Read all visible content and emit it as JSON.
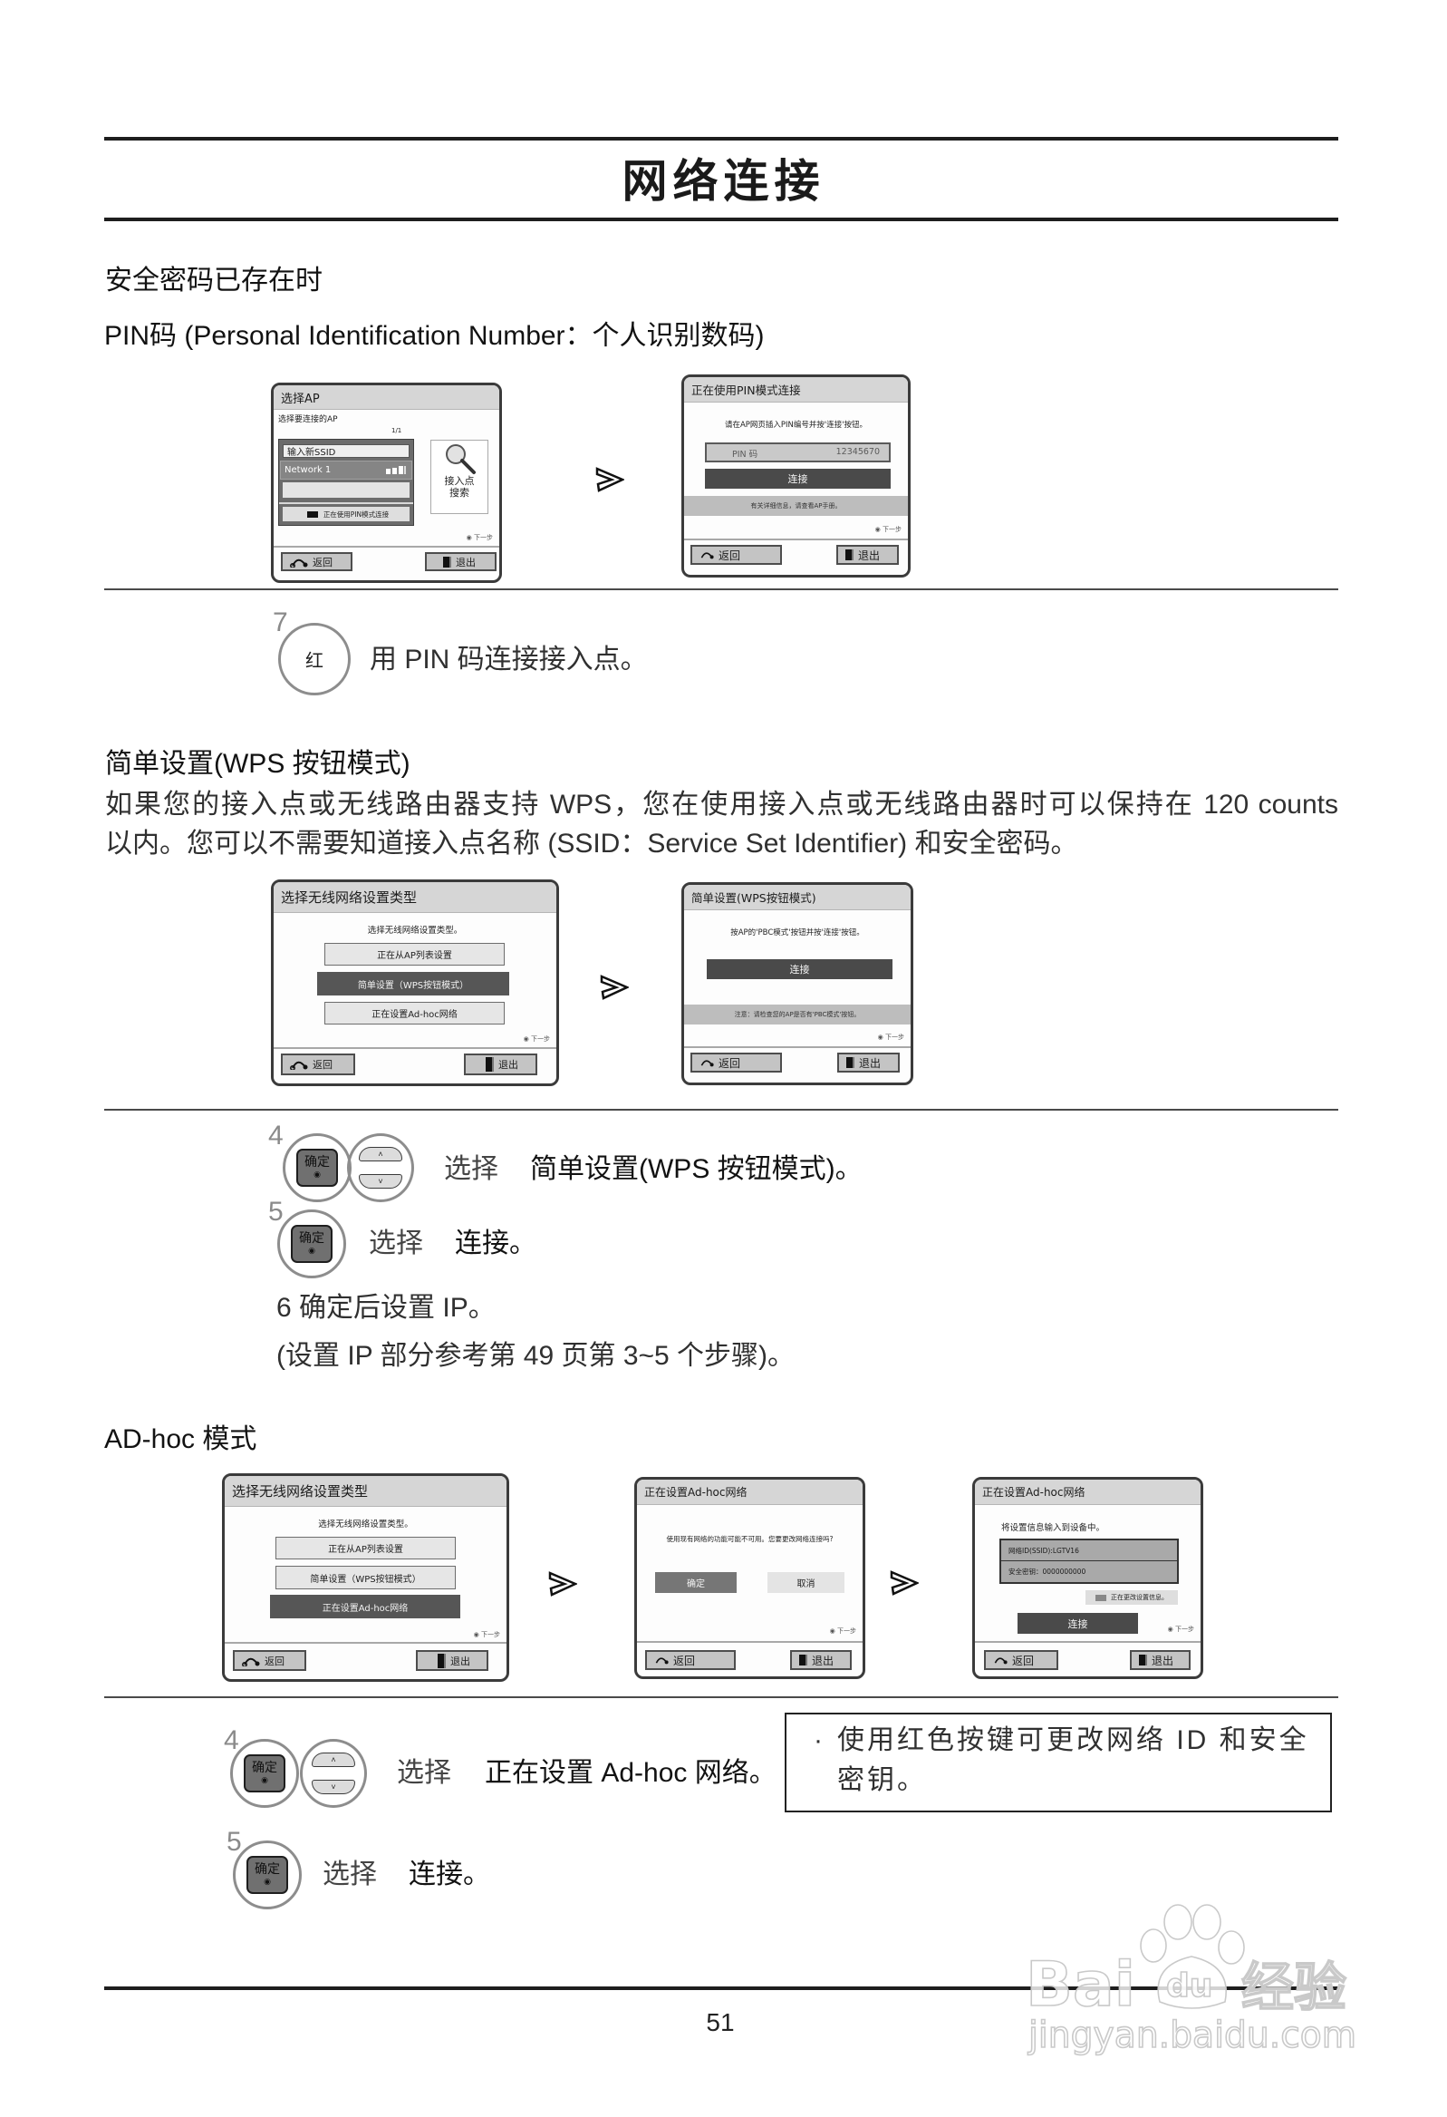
{
  "header": {
    "title": "网络连接"
  },
  "pin_section": {
    "heading": "安全密码已存在时",
    "subheading": "PIN码 (Personal Identification Number：个人识别数码)",
    "screens": {
      "select_ap": {
        "title": "选择AP",
        "prompt": "选择要连接的AP",
        "page_indicator": "1/1",
        "list_items": [
          "输入新SSID",
          "Network 1",
          ""
        ],
        "pin_button": "正在使用PIN模式连接",
        "search_label_1": "接入点",
        "search_label_2": "搜索",
        "next_hint": "◉ 下一步",
        "back_label": "返回",
        "exit_label": "退出"
      },
      "pin_connect": {
        "title": "正在使用PIN模式连接",
        "instruction": "请在AP网页插入PIN编号并按'连接'按钮。",
        "pin_label": "PIN 码",
        "pin_value": "12345670",
        "connect_label": "连接",
        "info": "有关详细信息，请查看AP手册。",
        "next_hint": "◉ 下一步",
        "back_label": "返回",
        "exit_label": "退出"
      }
    },
    "step7": {
      "number": "7",
      "key_label": "红",
      "text": "用 PIN 码连接接入点。"
    }
  },
  "wps_section": {
    "heading": "简单设置(WPS 按钮模式)",
    "paragraph_line1": "如果您的接入点或无线路由器支持 WPS，您在使用接入点或无线路由器时可以保持在 120 counts",
    "paragraph_line2": "以内。您可以不需要知道接入点名称 (SSID：Service Set Identifier) 和安全密码。",
    "screens": {
      "select_type": {
        "title": "选择无线网络设置类型",
        "prompt": "选择无线网络设置类型。",
        "options": [
          "正在从AP列表设置",
          "简单设置（WPS按钮模式）",
          "正在设置Ad-hoc网络"
        ],
        "selected_index": 1,
        "next_hint": "◉ 下一步",
        "back_label": "返回",
        "exit_label": "退出"
      },
      "wps_connect": {
        "title": "简单设置(WPS按钮模式)",
        "instruction": "按AP的'PBC模式'按钮并按'连接'按钮。",
        "connect_label": "连接",
        "info": "注意：请检查您的AP是否有'PBC模式'按钮。",
        "next_hint": "◉ 下一步",
        "back_label": "返回",
        "exit_label": "退出"
      }
    },
    "step4": {
      "number": "4",
      "verb": "选择",
      "target": "简单设置(WPS 按钮模式)。"
    },
    "step5": {
      "number": "5",
      "verb": "选择",
      "target": "连接。"
    },
    "step6_line1": "6 确定后设置 IP。",
    "step6_line2": "(设置 IP 部分参考第 49 页第 3~5 个步骤)。"
  },
  "adhoc_section": {
    "heading": "AD-hoc 模式",
    "screens": {
      "select_type": {
        "title": "选择无线网络设置类型",
        "prompt": "选择无线网络设置类型。",
        "options": [
          "正在从AP列表设置",
          "简单设置（WPS按钮模式）",
          "正在设置Ad-hoc网络"
        ],
        "selected_index": 2,
        "next_hint": "◉ 下一步",
        "back_label": "返回",
        "exit_label": "退出"
      },
      "confirm": {
        "title": "正在设置Ad-hoc网络",
        "message": "使用现有网络的功能可能不可用。您要更改网络连接吗?",
        "ok_label": "确定",
        "cancel_label": "取消",
        "next_hint": "◉ 下一步",
        "back_label": "返回",
        "exit_label": "退出"
      },
      "info": {
        "title": "正在设置Ad-hoc网络",
        "prompt": "将设置信息输入到设备中。",
        "network_id": "网络ID(SSID):LGTV16",
        "security_key": "安全密钥：0000000000",
        "change_button": "正在更改设置信息。",
        "connect_label": "连接",
        "next_hint": "◉ 下一步",
        "back_label": "返回",
        "exit_label": "退出"
      }
    },
    "step4": {
      "number": "4",
      "verb": "选择",
      "target": "正在设置 Ad-hoc 网络。"
    },
    "step5": {
      "number": "5",
      "verb": "选择",
      "target": "连接。"
    },
    "note": {
      "bullet": "·",
      "line1": "使用红色按键可更改网络 ID 和安全",
      "line2": "密钥。"
    }
  },
  "remote_keys": {
    "ok_label": "确定",
    "ok_glyph": "◉",
    "up_glyph": "˄",
    "down_glyph": "˅"
  },
  "icons": {
    "back": "back-arrow-icon",
    "exit": "exit-door-icon",
    "next": "next-step-icon",
    "search": "magnifier-icon",
    "flow_arrow": "chevron-right-icon"
  },
  "footer": {
    "page_number": "51"
  },
  "watermark": {
    "brand_left": "Bai",
    "brand_paw": "du",
    "brand_right": "经验",
    "url": "jingyan.baidu.com"
  },
  "colors": {
    "rule": "#1e1e1e",
    "text": "#303030",
    "screen_border": "#3b3b3b",
    "title_bar": "#d6d6d6",
    "selected_option": "#565656",
    "connect_button": "#4a4a4a",
    "key_ring": "#8d8d8d"
  }
}
